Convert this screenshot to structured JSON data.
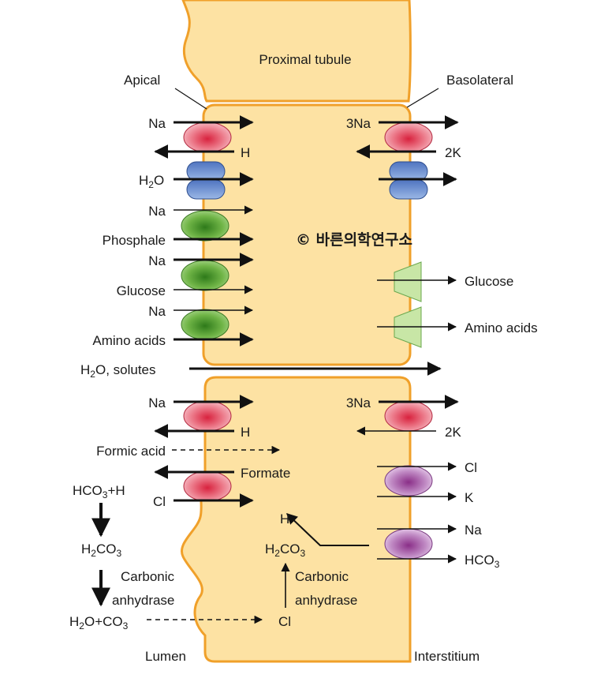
{
  "title": "Proximal tubule",
  "sides": {
    "apical": "Apical",
    "basolateral": "Basolateral",
    "lumen": "Lumen",
    "interstitium": "Interstitium"
  },
  "watermark": "© 바른의학연구소",
  "upper_cell": {
    "na_1": "Na",
    "h_1": "H",
    "h2o_base": "H",
    "h2o_sub": "2",
    "h2o_end": "O",
    "na_2": "Na",
    "phosphate": "Phosphale",
    "na_3": "Na",
    "glucose_apical": "Glucose",
    "na_4": "Na",
    "amino_apical": "Amino acids",
    "na3_baso": "3Na",
    "k2_baso": "2K",
    "glucose_baso": "Glucose",
    "amino_baso": "Amino acids"
  },
  "paracellular": {
    "base": "H",
    "sub": "2",
    "rest": "O, solutes"
  },
  "lower_cell": {
    "na_1": "Na",
    "h_1": "H",
    "formic_acid": "Formic acid",
    "formate": "Formate",
    "hco3h_a": "HCO",
    "hco3h_sub": "3",
    "hco3h_b": "+H",
    "cl_apical": "Cl",
    "h2co3_lumen_a": "H",
    "h2co3_lumen_sub1": "2",
    "h2co3_lumen_b": "CO",
    "h2co3_lumen_sub2": "3",
    "ca_lumen_1": "Carbonic",
    "ca_lumen_2": "anhydrase",
    "h2oco3_a": "H",
    "h2oco3_sub1": "2",
    "h2oco3_b": "O+CO",
    "h2oco3_sub2": "3",
    "h_cell": "H",
    "h2co3_cell_a": "H",
    "h2co3_cell_sub1": "2",
    "h2co3_cell_b": "CO",
    "h2co3_cell_sub2": "3",
    "ca_cell_1": "Carbonic",
    "ca_cell_2": "anhydrase",
    "cl_cell": "Cl",
    "na3_baso": "3Na",
    "k2_baso": "2K",
    "cl_baso": "Cl",
    "k_baso": "K",
    "na_baso": "Na",
    "hco3_baso_a": "HCO",
    "hco3_baso_sub": "3"
  },
  "colors": {
    "cell_fill": "#fde2a3",
    "cell_stroke": "#f0a02a",
    "pump_red": "#e0566a",
    "channel_blue": "#6a90d0",
    "symporter_green": "#4fa02e",
    "uniporter_lightgreen": "#c8e6a6",
    "exchanger_purple": "#9a4fa0"
  }
}
